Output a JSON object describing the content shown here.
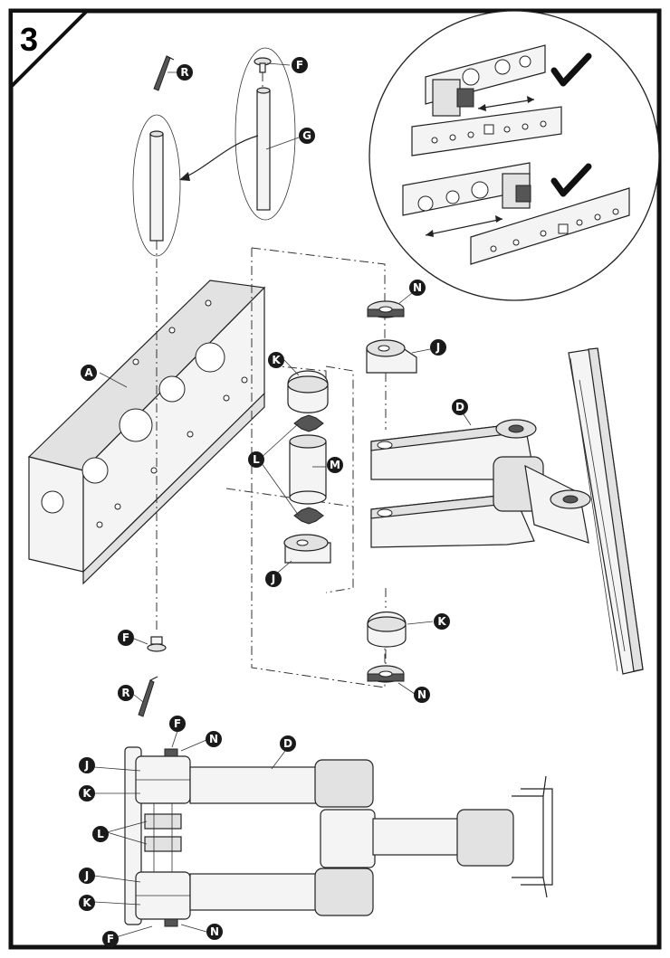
{
  "step": {
    "number": "3"
  },
  "labels": {
    "A": "A",
    "D": "D",
    "F": "F",
    "G": "G",
    "J": "J",
    "K": "K",
    "L": "L",
    "M": "M",
    "N": "N",
    "R": "R"
  },
  "icons": {
    "check": "check-mark-icon",
    "arrow": "double-arrow-icon"
  }
}
